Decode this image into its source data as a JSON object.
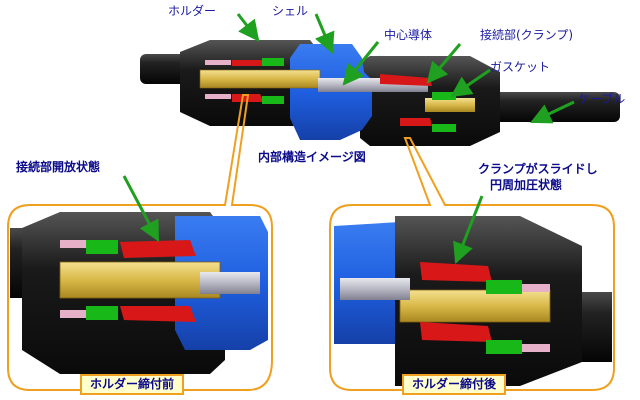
{
  "labels": {
    "holder": "ホルダー",
    "shell": "シェル",
    "center_conductor": "中心導体",
    "connector_clamp": "接続部(クランプ)",
    "gasket": "ガスケット",
    "cable": "ケーブル",
    "internal_structure": "内部構造イメージ図",
    "connector_open_line1": "接続部開放状態",
    "clamp_slides_line1": "クランプがスライドし",
    "clamp_slides_line2": "円周加圧状態",
    "before_tightening": "ホルダー締付前",
    "after_tightening": "ホルダー締付後"
  },
  "colors": {
    "shell_blue": "#1f5fe0",
    "holder_black": "#202020",
    "conductor_gold": "#d8b848",
    "clamp_red": "#d81818",
    "gasket_green": "#18b818",
    "arrow_green": "#20a020",
    "frame_orange": "#f0a020"
  }
}
